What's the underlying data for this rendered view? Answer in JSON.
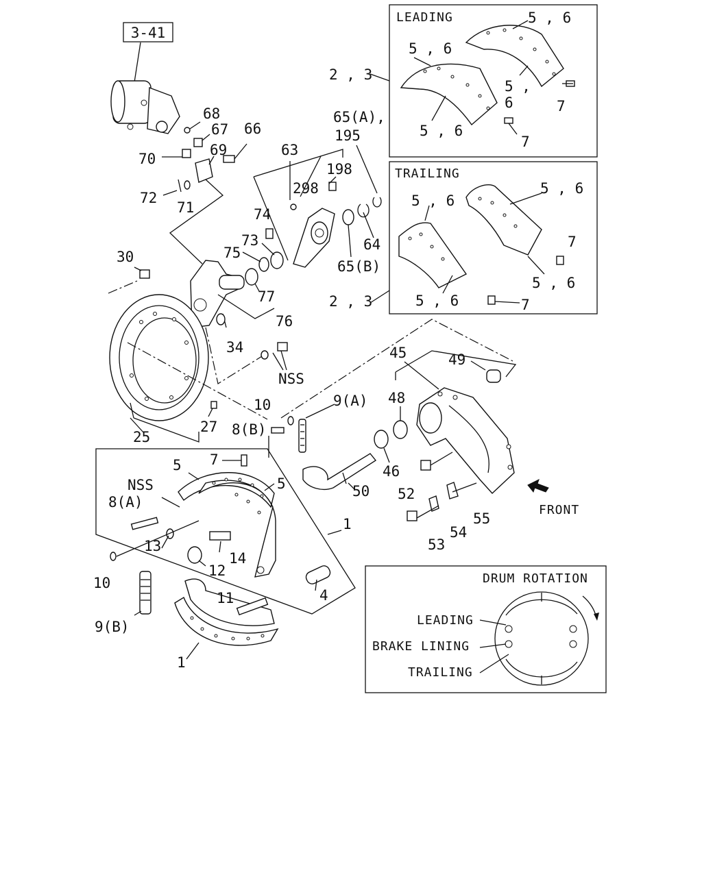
{
  "ref_box": "3-41",
  "insets": {
    "leading": {
      "title": "LEADING"
    },
    "trailing": {
      "title": "TRAILING"
    },
    "drum_rotation": {
      "title": "DRUM ROTATION",
      "leading": "LEADING",
      "brake_lining": "BRAKE LINING",
      "trailing": "TRAILING"
    }
  },
  "front_label": "FRONT",
  "callouts": {
    "c23a": "2 , 3",
    "c56a": "5 , 6",
    "c56b": "5 , 6",
    "c5b": "5 ,",
    "c6b": "6",
    "c56c": "5 , 6",
    "c7a": "7",
    "c7b": "7",
    "c23b": "2 , 3",
    "c56d": "5 , 6",
    "c56e": "5 , 6",
    "c56f": "5 , 6",
    "c56g": "5 , 6",
    "c7c": "7",
    "c7d": "7",
    "c65a": "65(A),",
    "c195": "195",
    "c198": "198",
    "c298": "298",
    "c63": "63",
    "c64": "64",
    "c65b": "65(B)",
    "c68": "68",
    "c67": "67",
    "c66": "66",
    "c69": "69",
    "c70": "70",
    "c72": "72",
    "c71": "71",
    "c74": "74",
    "c73": "73",
    "c75": "75",
    "c77": "77",
    "c76": "76",
    "c30": "30",
    "c34": "34",
    "cnss1": "NSS",
    "c25": "25",
    "c27": "27",
    "c10a": "10",
    "c8b": "8(B)",
    "c9a": "9(A)",
    "c45": "45",
    "c49": "49",
    "c48": "48",
    "c46": "46",
    "c50": "50",
    "c52": "52",
    "c55": "55",
    "c54": "54",
    "c53": "53",
    "c7e": "7",
    "c5c": "5",
    "c5d": "5",
    "cnss2": "NSS",
    "c8a": "8(A)",
    "c13": "13",
    "c14": "14",
    "c12": "12",
    "c1a": "1",
    "c10b": "10",
    "c11": "11",
    "c4": "4",
    "c9b": "9(B)",
    "c1b": "1"
  }
}
